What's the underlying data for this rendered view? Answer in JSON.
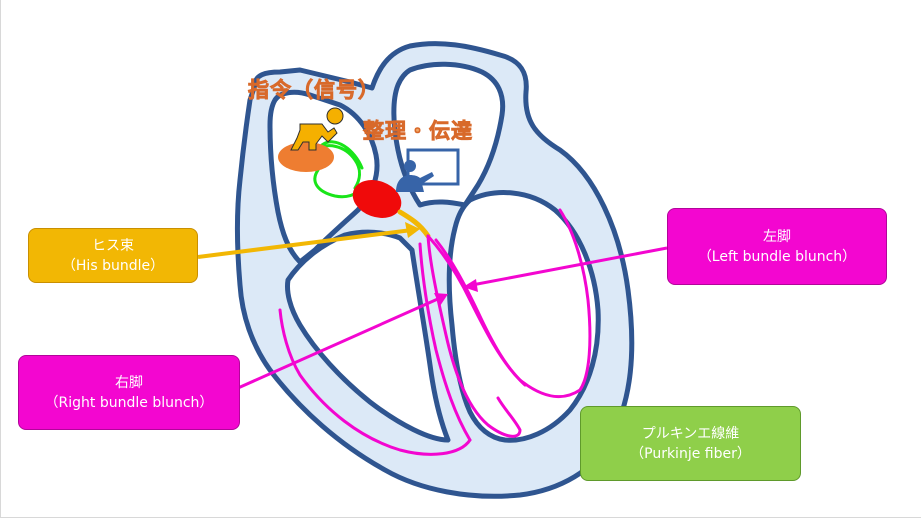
{
  "labels": {
    "command": "指令（信号）",
    "organize": "整理・伝達",
    "his_bundle": {
      "line1": "ヒス束",
      "line2": "（His bundle）"
    },
    "left_bundle": {
      "line1": "左脚",
      "line2": "（Left bundle blunch）"
    },
    "right_bundle": {
      "line1": "右脚",
      "line2": "（Right bundle blunch）"
    },
    "purkinje": {
      "line1": "プルキンエ線維",
      "line2": "（Purkinje fiber）"
    }
  },
  "colors": {
    "heart_wall_fill": "#dce9f7",
    "heart_outline": "#2f5590",
    "conduction_pink": "#f306d0",
    "his_yellow": "#f2b704",
    "av_node_red": "#f00a0a",
    "sa_node_orange": "#ee7d31",
    "internodal_green": "#19e519",
    "icon_blue": "#3764a8",
    "runner_gold": "#f5b000",
    "title_orange": "#f2a867",
    "purkinje_green": "#8fcf4a"
  },
  "icons": [
    "runner-icon",
    "presenter-icon"
  ]
}
